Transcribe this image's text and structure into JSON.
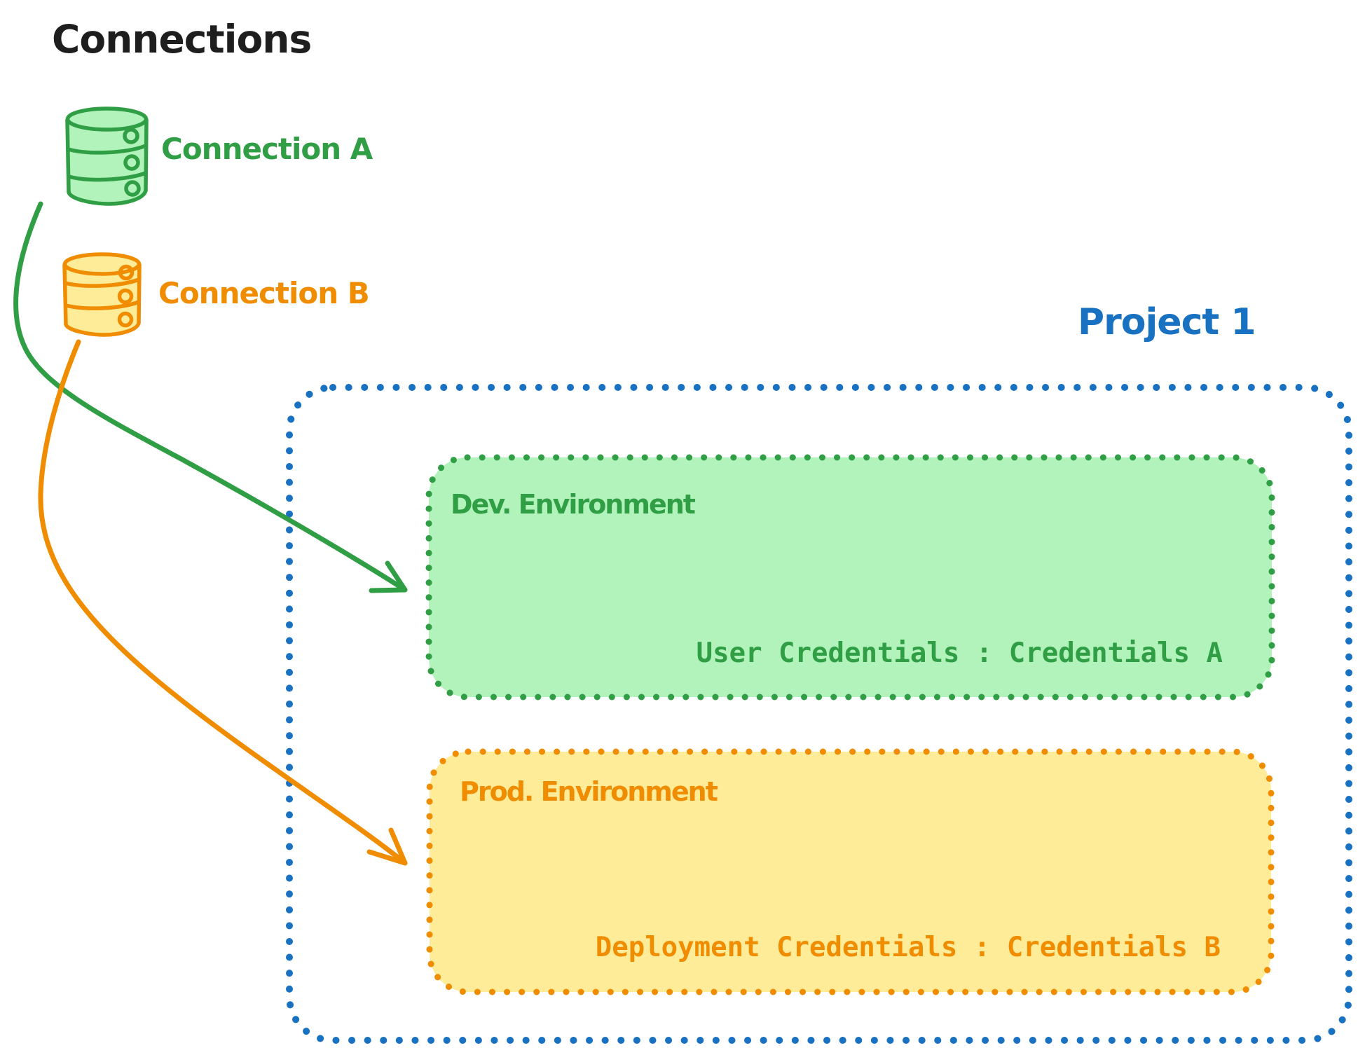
{
  "title": "Connections",
  "text_color": "#1e1e1e",
  "connections": [
    {
      "id": "connection-a",
      "label": "Connection A",
      "icon": "database-icon",
      "stroke_color": "#2f9e44",
      "fill_color": "#b2f2bb"
    },
    {
      "id": "connection-b",
      "label": "Connection B",
      "icon": "database-icon",
      "stroke_color": "#f08c00",
      "fill_color": "#ffec99"
    }
  ],
  "project": {
    "title": "Project 1",
    "border_color": "#1971c2",
    "border_style": "dotted",
    "environments": [
      {
        "name": "Dev. Environment",
        "credentials_label": "User Credentials : Credentials A",
        "stroke_color": "#2f9e44",
        "fill_color": "#b2f2bb"
      },
      {
        "name": "Prod. Environment",
        "credentials_label": "Deployment Credentials : Credentials B",
        "stroke_color": "#f08c00",
        "fill_color": "#ffec99"
      }
    ]
  },
  "arrows": [
    {
      "from": "Connection A",
      "to": "Dev. Environment",
      "color": "#2f9e44"
    },
    {
      "from": "Connection B",
      "to": "Prod. Environment",
      "color": "#f08c00"
    }
  ]
}
